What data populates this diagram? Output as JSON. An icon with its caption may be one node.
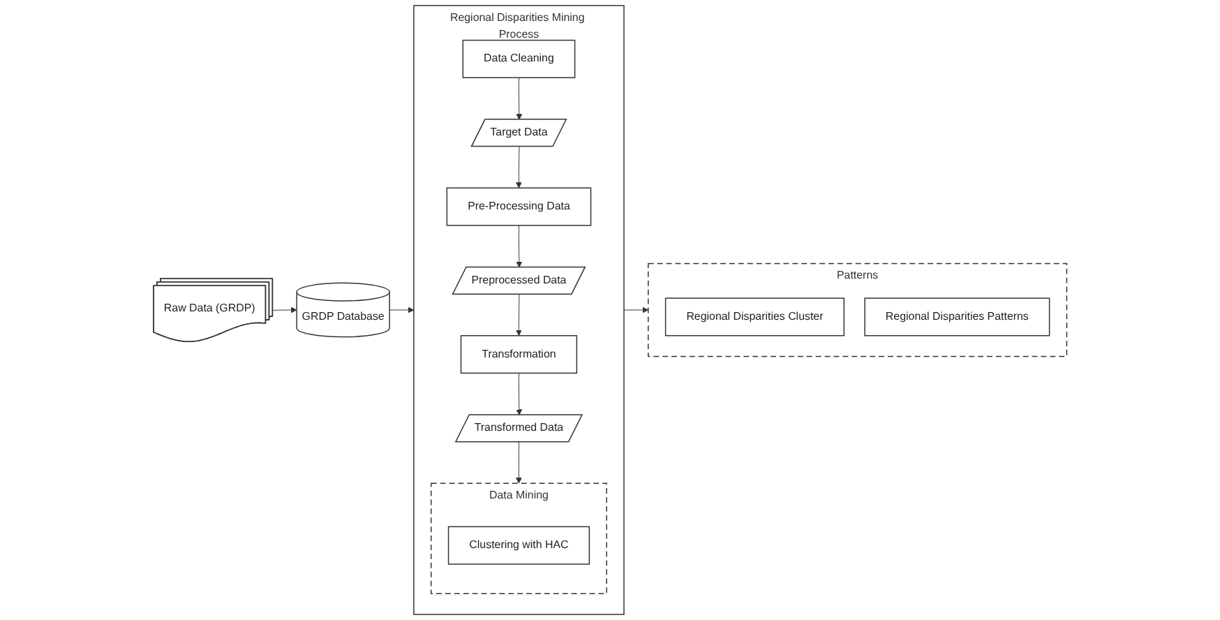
{
  "diagram": {
    "nodes": [
      {
        "text": [
          "Raw Data (GRDP)"
        ]
      },
      {
        "text": [
          "GRDP Database"
        ]
      },
      {
        "text": [
          "Regional Disparities Mining Process"
        ]
      },
      {
        "text": [
          "Data Cleaning"
        ],
        "in": 2
      },
      {
        "text": [
          "Target Data"
        ],
        "in": 2
      },
      {
        "text": [
          "Pre-Processing Data"
        ],
        "in": 2
      },
      {
        "text": [
          "Preprocessed Data"
        ],
        "in": 2
      },
      {
        "text": [
          "Transformation"
        ],
        "in": 2
      },
      {
        "text": [
          "Transformed Data"
        ],
        "in": 2
      },
      {
        "text": [
          "Data Mining"
        ],
        "in": 2
      },
      {
        "text": [
          "Clustering with HAC"
        ],
        "in": 9
      },
      {
        "text": [
          "Patterns"
        ]
      },
      {
        "text": [
          "Regional Disparities Cluster"
        ],
        "in": 11
      },
      {
        "text": [
          "Regional Disparities Patterns"
        ],
        "in": 11
      }
    ],
    "edges": [
      {
        "from": 0,
        "to": 1,
        "arrow": "to"
      },
      {
        "from": 1,
        "to": 2,
        "arrow": "to"
      },
      {
        "from": 3,
        "to": 4,
        "arrow": "to"
      },
      {
        "from": 4,
        "to": 5,
        "arrow": "to"
      },
      {
        "from": 5,
        "to": 6,
        "arrow": "to"
      },
      {
        "from": 6,
        "to": 7,
        "arrow": "to"
      },
      {
        "from": 7,
        "to": 8,
        "arrow": "to"
      },
      {
        "from": 8,
        "to": 9,
        "arrow": "to"
      },
      {
        "from": 2,
        "to": 11,
        "arrow": "to"
      }
    ]
  }
}
